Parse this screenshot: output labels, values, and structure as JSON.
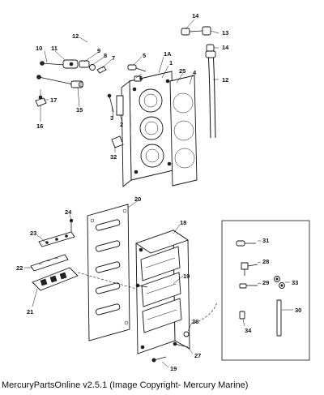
{
  "callouts": {
    "c1": "1",
    "c1a": "1A",
    "c2": "2",
    "c3": "3",
    "c4": "4",
    "c5": "5",
    "c6": "6",
    "c7": "7",
    "c8": "8",
    "c9": "9",
    "c10": "10",
    "c11": "11",
    "c12a": "12",
    "c12b": "12",
    "c13": "13",
    "c14a": "14",
    "c14b": "14",
    "c15": "15",
    "c16": "16",
    "c17": "17",
    "c18": "18",
    "c19a": "19",
    "c19b": "19",
    "c20": "20",
    "c21": "21",
    "c22": "22",
    "c23": "23",
    "c24": "24",
    "c25": "25",
    "c26": "26",
    "c27": "27",
    "c28": "28",
    "c29": "29",
    "c30": "30",
    "c31": "31",
    "c32": "32",
    "c33": "33",
    "c34": "34"
  },
  "caption": "MercuryPartsOnline v2.5.1 (Image Copyright- Mercury Marine)"
}
